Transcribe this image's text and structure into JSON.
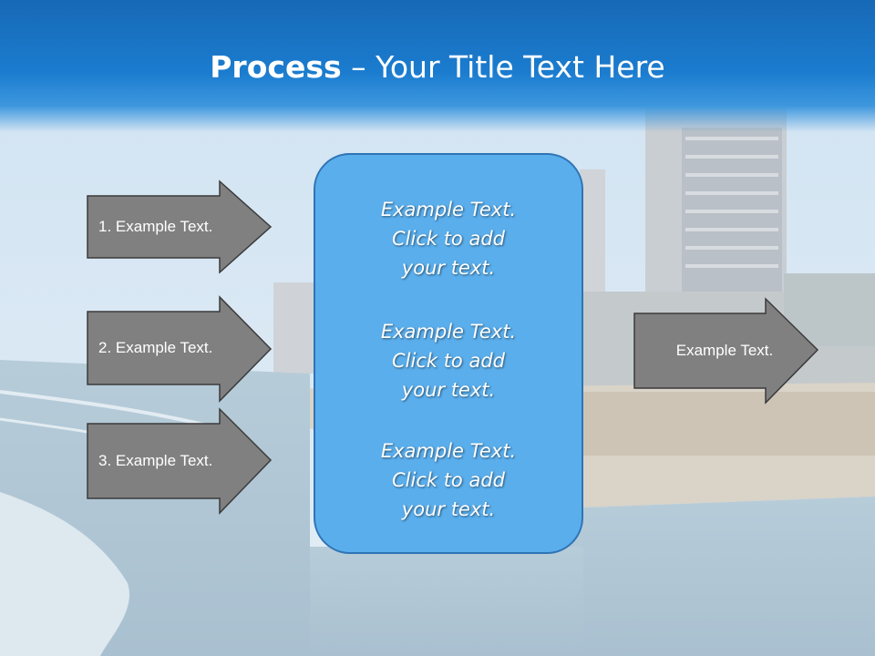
{
  "slide": {
    "title_bold": "Process",
    "title_rest": " – Your Title Text Here"
  },
  "left_arrows": [
    {
      "label": "1. Example Text."
    },
    {
      "label": "2. Example Text."
    },
    {
      "label": "3. Example Text."
    }
  ],
  "center_box": {
    "blocks": [
      {
        "line1": "Example Text.",
        "line2": "Click  to add",
        "line3": "your text."
      },
      {
        "line1": "Example Text.",
        "line2": "Click  to add",
        "line3": "your text."
      },
      {
        "line1": "Example Text.",
        "line2": "Click  to add",
        "line3": "your text."
      }
    ]
  },
  "right_arrow": {
    "label": "Example Text."
  },
  "colors": {
    "header_blue": "#1b7ccf",
    "arrow_gray": "#808080",
    "box_blue": "#5aaeec",
    "box_border": "#2f74b5"
  }
}
